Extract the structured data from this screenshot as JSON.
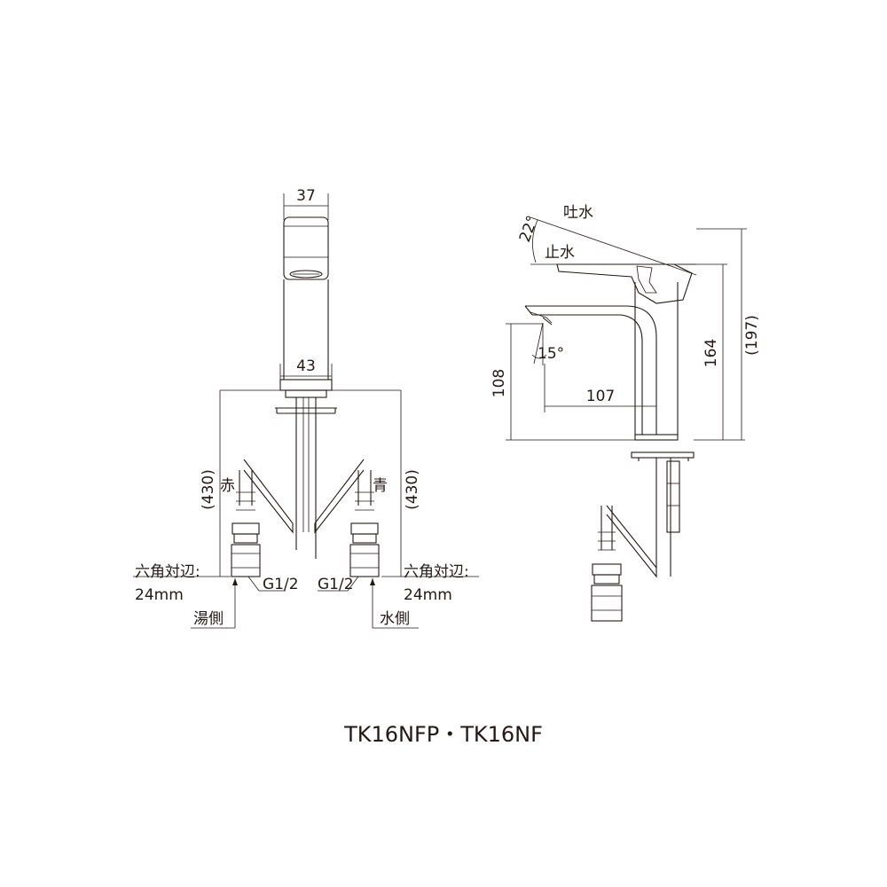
{
  "front_view": {
    "width_top": "37",
    "width_base": "43",
    "hose_length_left": "(430)",
    "hose_length_right": "(430)",
    "hot_color": "赤",
    "cold_color": "青",
    "hex_label_left_1": "六角対辺:",
    "hex_label_left_2": "24mm",
    "hex_label_right_1": "六角対辺:",
    "hex_label_right_2": "24mm",
    "thread_left": "G1/2",
    "thread_right": "G1/2",
    "hot_side": "湯側",
    "cold_side": "水側"
  },
  "side_view": {
    "lever_angle": "22°",
    "water_on": "吐水",
    "water_off": "止水",
    "spout_angle": "15°",
    "spout_height": "108",
    "spout_reach": "107",
    "lever_height": "164",
    "total_height": "(197)"
  },
  "model": "TK16NFP・TK16NF"
}
